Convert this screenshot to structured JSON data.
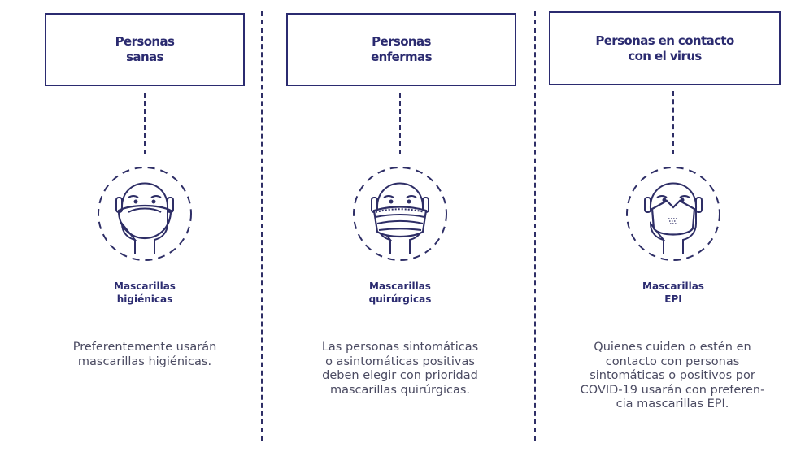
{
  "colors": {
    "navy": "#2b2b70",
    "text": "#4b4b62"
  },
  "columns": [
    {
      "title_line1": "Personas",
      "title_line2": "sanas",
      "icon": "face-hygienic-mask-icon",
      "label_line1": "Mascarillas",
      "label_line2": "higiénicas",
      "description": [
        "Preferentemente usarán",
        "mascarillas higiénicas."
      ]
    },
    {
      "title_line1": "Personas",
      "title_line2": "enfermas",
      "icon": "face-surgical-mask-icon",
      "label_line1": "Mascarillas",
      "label_line2": "quirúrgicas",
      "description": [
        "Las personas sintomáticas",
        "o asintomáticas positivas",
        "deben elegir con prioridad",
        "mascarillas quirúrgicas."
      ]
    },
    {
      "title_line1": "Personas en contacto",
      "title_line2": "con el virus",
      "icon": "face-epi-mask-icon",
      "label_line1": "Mascarillas",
      "label_line2": "EPI",
      "description": [
        "Quienes cuiden o estén en",
        "contacto con personas",
        "sintomáticas o positivos por",
        "COVID-19 usarán con preferen-",
        "cia mascarillas EPI."
      ]
    }
  ]
}
